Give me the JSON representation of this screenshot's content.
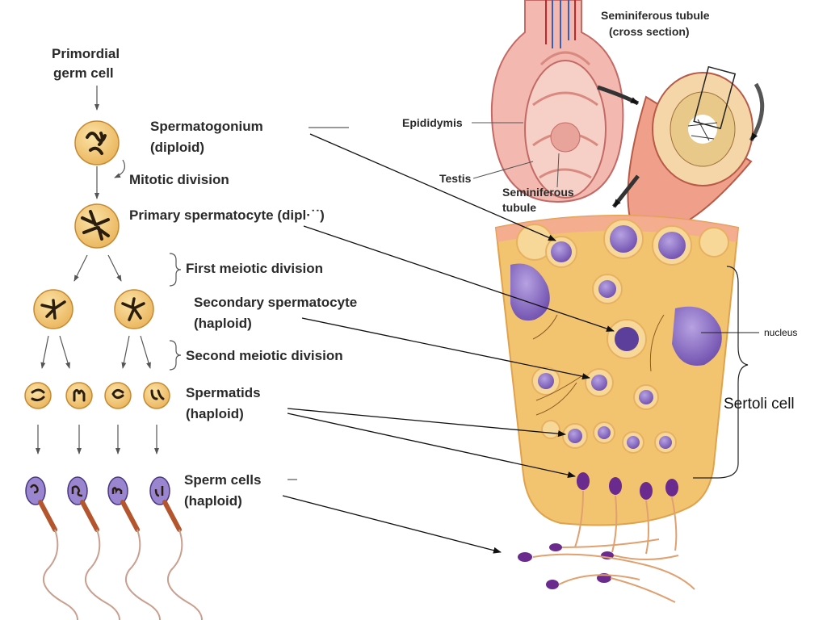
{
  "labels": {
    "primordial_line1": "Primordial",
    "primordial_line2": "germ cell",
    "spermatogonium_line1": "Spermatogonium",
    "spermatogonium_line2": "(diploid)",
    "mitotic_division": "Mitotic division",
    "primary_spermatocyte": "Primary spermatocyte (dipl·˙˙)",
    "first_meiotic_division": "First meiotic division",
    "secondary_line1": "Secondary spermatocyte",
    "secondary_line2": "(haploid)",
    "second_meiotic_division": "Second meiotic division",
    "spermatids_line1": "Spermatids",
    "spermatids_line2": "(haploid)",
    "sperm_line1": "Sperm cells",
    "sperm_line2": "(haploid)",
    "seminiferous_cs_line1": "Seminiferous tubule",
    "seminiferous_cs_line2": "(cross section)",
    "epididymis": "Epididymis",
    "testis": "Testis",
    "seminiferous_line1": "Seminiferous",
    "seminiferous_line2": "tubule",
    "nucleus": "nucleus",
    "sertoli_cell": "Sertoli cell"
  },
  "colors": {
    "cell_fill": "#f3c877",
    "cell_stroke": "#c58a32",
    "tissue_fill": "#f2c470",
    "tissue_edge": "#e0a24c",
    "nucleus_fill": "#8b6fc4",
    "nucleus_dark": "#5b3f9a",
    "sperm_head": "#6a2a8e",
    "sperm_mid": "#b4552d",
    "testis_pink": "#f3b9b1",
    "arrow": "#111111"
  }
}
